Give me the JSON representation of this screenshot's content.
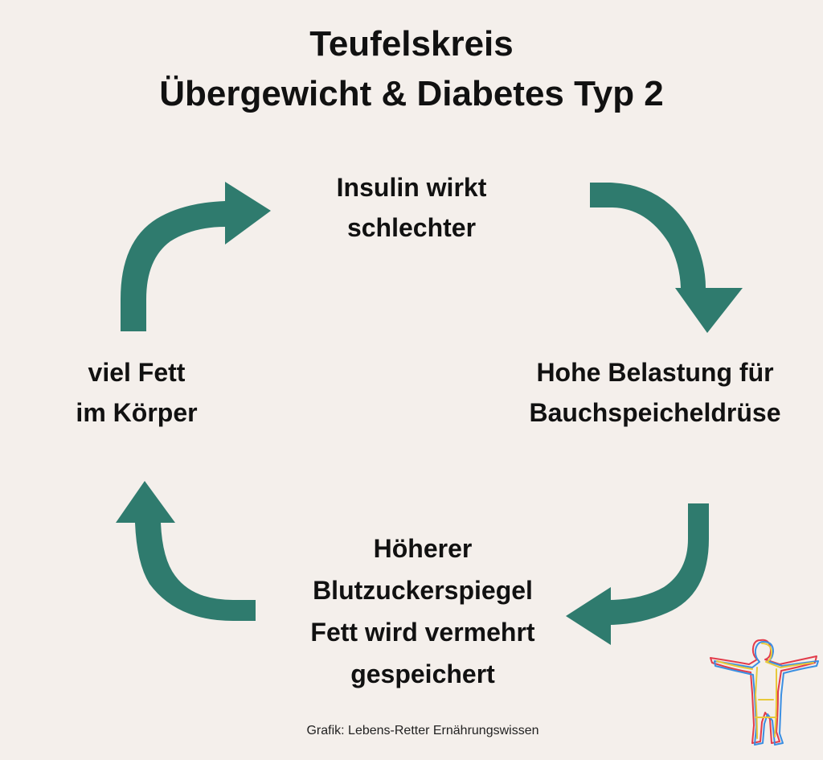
{
  "title": {
    "line1": "Teufelskreis",
    "line2": "Übergewicht & Diabetes Typ 2"
  },
  "nodes": {
    "top": {
      "line1": "Insulin wirkt",
      "line2": "schlechter"
    },
    "right": {
      "line1": "Hohe Belastung für",
      "line2": "Bauchspeicheldrüse"
    },
    "bottom": {
      "line1": "Höherer",
      "line2": "Blutzuckerspiegel",
      "line3": "Fett wird vermehrt",
      "line4": "gespeichert"
    },
    "left": {
      "line1": "viel Fett",
      "line2": "im  Körper"
    }
  },
  "credit": "Grafik: Lebens-Retter Ernährungswissen",
  "colors": {
    "background": "#f4efeb",
    "arrow": "#2f7b6e",
    "text": "#111111"
  },
  "icons": {
    "arrows": "curved-arrow-icon",
    "figure": "person-outline-icon"
  }
}
